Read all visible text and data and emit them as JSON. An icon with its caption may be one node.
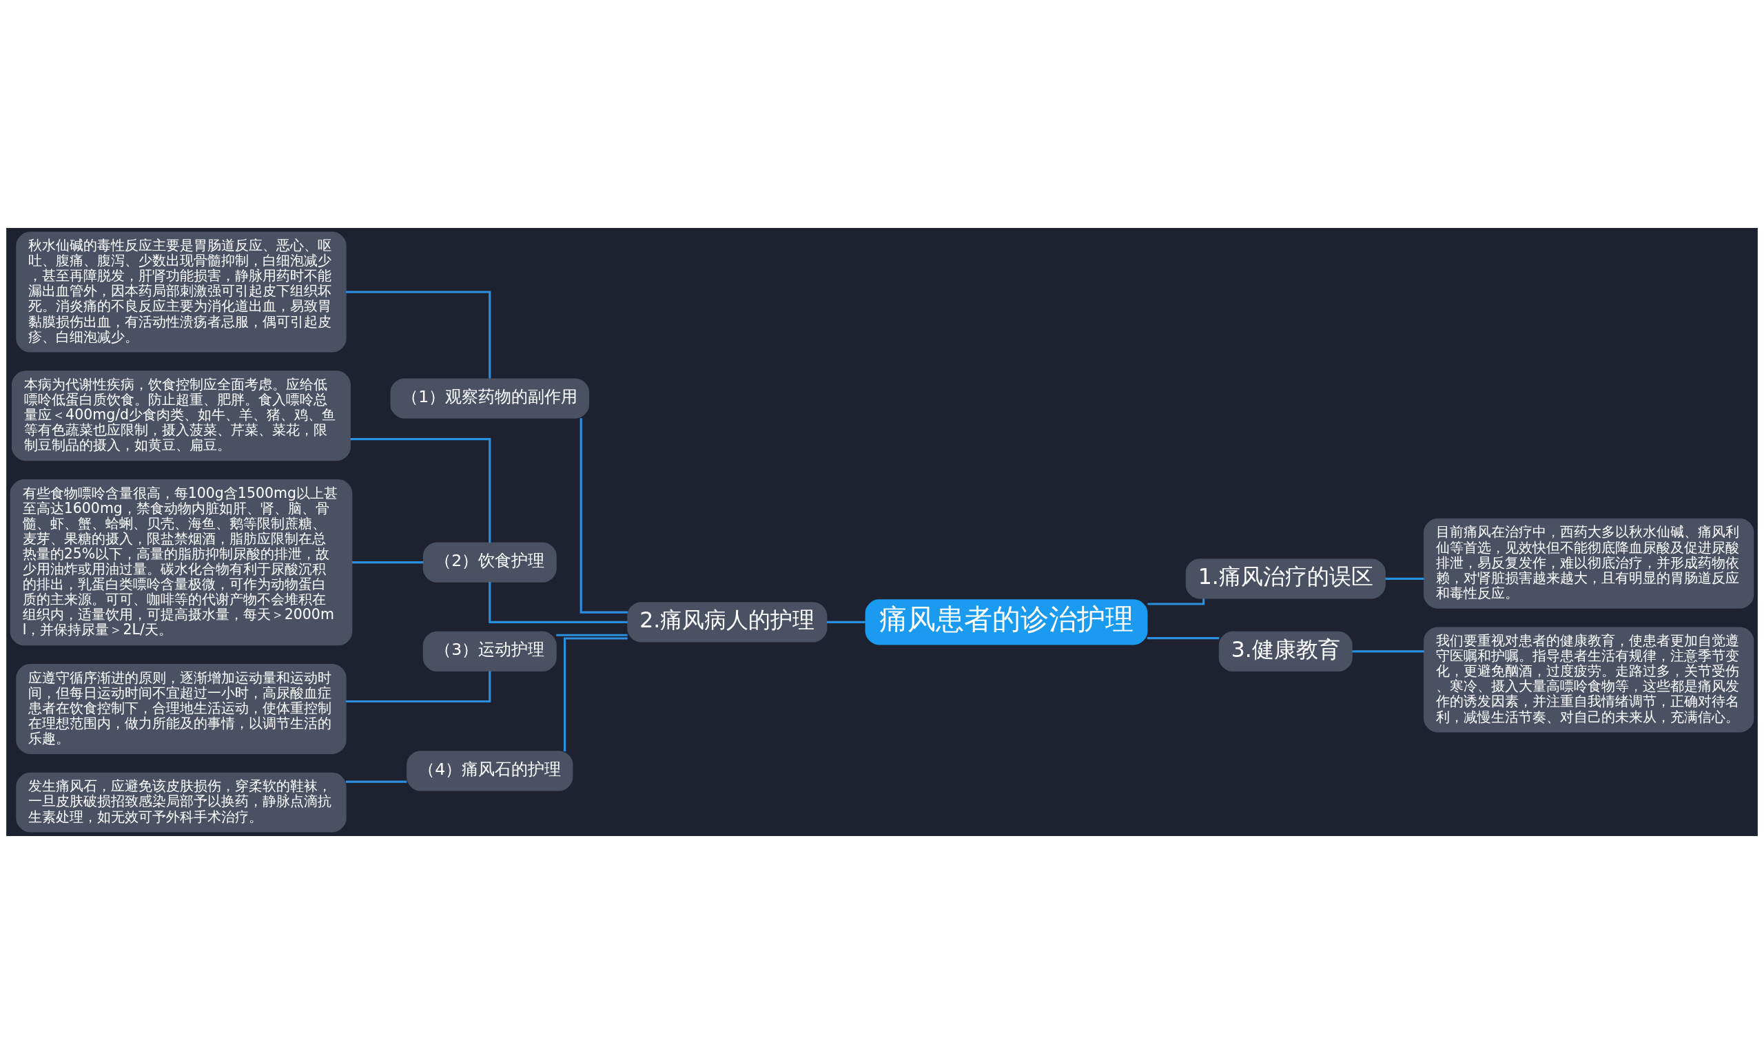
{
  "diagram": {
    "nodes": [
      {
        "text": [
          "痛风患者的诊治护理"
        ]
      },
      {
        "text": [
          "1.痛风治疗的误区"
        ]
      },
      {
        "text": [
          "目前痛风在治疗中，西药大多以秋水仙碱、痛风利仙等首选，见效快但不能彻底降血尿酸及促进尿酸排泄，易反复发作，难以彻底治疗，并形成药物依赖，对肾脏损害越来越大，且有明显的胃肠道反应和毒性反应。"
        ]
      },
      {
        "text": [
          "3.健康教育"
        ]
      },
      {
        "text": [
          "我们要重视对患者的健康教育，使患者更加自觉遵守医嘱和护嘱。指导患者生活有规律，注意季节变化，更避免酗酒，过度疲劳。走路过多，关节受伤、寒冷、摄入大量高嘌呤食物等，这些都是痛风发作的诱发因素，并注重自我情绪调节，正确对待名利，减慢生活节奏、对自己的未来从，充满信心。"
        ]
      },
      {
        "text": [
          "2.痛风病人的护理"
        ]
      },
      {
        "text": [
          "（1）观察药物的副作用"
        ]
      },
      {
        "text": [
          "秋水仙碱的毒性反应主要是胃肠道反应、恶心、呕吐、腹痛、腹泻、少数出现骨髓抑制，白细泡减少，甚至再障脱发，肝肾功能损害，静脉用药时不能漏出血管外，因本药局部刺激强可引起皮下组织坏死。消炎痛的不良反应主要为消化道出血，易致胃黏膜损伤出血，有活动性溃疡者忌服，偶可引起皮疹、白细泡减少。"
        ]
      },
      {
        "text": [
          "（2）饮食护理"
        ]
      },
      {
        "text": [
          "本病为代谢性疾病，饮食控制应全面考虑。应给低嘌呤低蛋白质饮食。防止超重、肥胖。食入嘌呤总量应＜400mg/d少食肉类、如牛、羊、猪、鸡、鱼等有色蔬菜也应限制，摄入菠菜、芹菜、菜花，限制豆制品的摄入，如黄豆、扁豆。"
        ]
      },
      {
        "text": [
          "有些食物嘌呤含量很高，每100g含1500mg以上甚至高达1600mg，禁食动物内脏如肝、肾、脑、骨髓、虾、蟹、蛤蜊、贝壳、海鱼、鹅等限制蔗糖、麦芽、果糖的摄入，限盐禁烟酒，脂肪应限制在总热量的25%以下，高量的脂肪抑制尿酸的排泄，故少用油炸或用油过量。碳水化合物有利于尿酸沉积的排出，乳蛋白类嘌呤含量极微，可作为动物蛋白质的主来源。可可、咖啡等的代谢产物不会堆积在组织内，适量饮用，可提高摄水量，每天＞2000ml，并保持尿量＞2L/天。"
        ]
      },
      {
        "text": [
          "（3）运动护理"
        ]
      },
      {
        "text": [
          "应遵守循序渐进的原则，逐渐增加运动量和运动时间，但每日运动时间不宜超过一小时，高尿酸血症患者在饮食控制下，合理地生活运动，使体重控制在理想范围内，做力所能及的事情，以调节生活的乐趣。"
        ]
      },
      {
        "text": [
          "（4）痛风石的护理"
        ]
      },
      {
        "text": [
          "发生痛风石，应避免该皮肤损伤，穿柔软的鞋袜，一旦皮肤破损招致感染局部予以换药，静脉点滴抗生素处理，如无效可予外科手术治疗。"
        ]
      }
    ],
    "edges": [
      {
        "from": 0,
        "to": 1,
        "arrow": "none"
      },
      {
        "from": 1,
        "to": 2,
        "arrow": "none"
      },
      {
        "from": 0,
        "to": 3,
        "arrow": "none"
      },
      {
        "from": 3,
        "to": 4,
        "arrow": "none"
      },
      {
        "from": 5,
        "to": 0,
        "arrow": "none"
      },
      {
        "from": 6,
        "to": 5,
        "arrow": "none"
      },
      {
        "from": 7,
        "to": 6,
        "arrow": "none"
      },
      {
        "from": 8,
        "to": 5,
        "arrow": "none"
      },
      {
        "from": 9,
        "to": 8,
        "arrow": "none"
      },
      {
        "from": 10,
        "to": 8,
        "arrow": "none"
      },
      {
        "from": 11,
        "to": 5,
        "arrow": "none"
      },
      {
        "from": 12,
        "to": 11,
        "arrow": "none"
      },
      {
        "from": 13,
        "to": 5,
        "arrow": "none"
      },
      {
        "from": 14,
        "to": 13,
        "arrow": "none"
      }
    ]
  }
}
